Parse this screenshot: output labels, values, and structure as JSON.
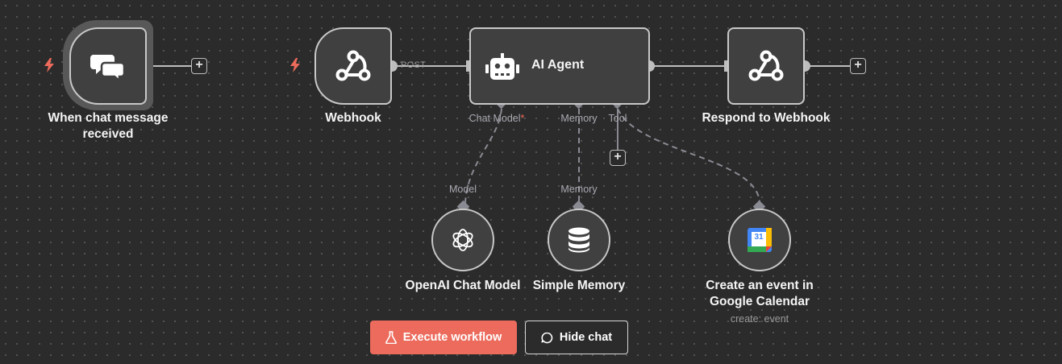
{
  "canvas": {
    "background": "#2b2b2b",
    "accent": "#ec6b5c"
  },
  "nodes": {
    "chat_trigger": {
      "label": "When chat message\nreceived",
      "icon": "chat-bubbles-icon"
    },
    "webhook": {
      "label": "Webhook",
      "icon": "webhook-icon"
    },
    "ai_agent": {
      "label": "AI Agent",
      "icon": "robot-icon"
    },
    "respond": {
      "label": "Respond to Webhook",
      "icon": "webhook-icon"
    },
    "openai": {
      "label": "OpenAI Chat Model",
      "icon": "openai-icon"
    },
    "memory": {
      "label": "Simple Memory",
      "icon": "database-icon"
    },
    "gcal": {
      "label": "Create an event in\nGoogle Calendar",
      "subtitle": "create: event",
      "icon": "google-calendar-icon",
      "icon_text": "31"
    }
  },
  "edges": {
    "webhook_to_agent_label": "POST"
  },
  "ports": {
    "chat_model": "Chat Model",
    "chat_model_required": "*",
    "memory": "Memory",
    "tool": "Tool",
    "model_in": "Model",
    "memory_in": "Memory"
  },
  "buttons": {
    "plus": "+",
    "execute": "Execute workflow",
    "hide_chat": "Hide chat"
  }
}
